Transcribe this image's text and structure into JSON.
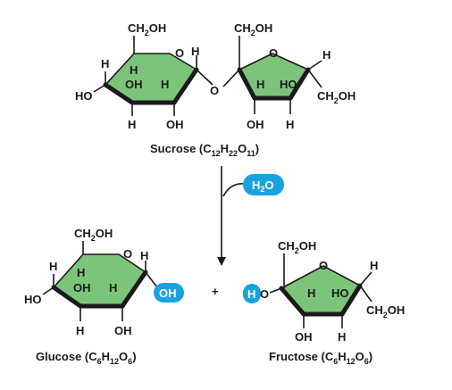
{
  "colors": {
    "ring": "#7cc47a",
    "highlight": "#1aa2e0",
    "ink": "#1a1a1a"
  },
  "labels": {
    "ch2oh": "CH",
    "ch2oh_sub": "2",
    "ch2oh_tail": "OH",
    "h": "H",
    "oh": "OH",
    "ho": "HO",
    "o": "O",
    "plus": "+",
    "h2o_h": "H",
    "h2o_sub": "2",
    "h2o_o": "O",
    "oh_blue": "OH",
    "h_blue": "H",
    "o_after_blue": "O"
  },
  "captions": {
    "sucrose": {
      "name": "Sucrose (C",
      "s1": "12",
      "m1": "H",
      "s2": "22",
      "m2": "O",
      "s3": "11",
      "end": ")"
    },
    "glucose": {
      "name": "Glucose (C",
      "s1": "6",
      "m1": "H",
      "s2": "12",
      "m2": "O",
      "s3": "6",
      "end": ")"
    },
    "fructose": {
      "name": "Fructose  (C",
      "s1": "6",
      "m1": "H",
      "s2": "12",
      "m2": "O",
      "s3": "6",
      "end": ")"
    }
  }
}
